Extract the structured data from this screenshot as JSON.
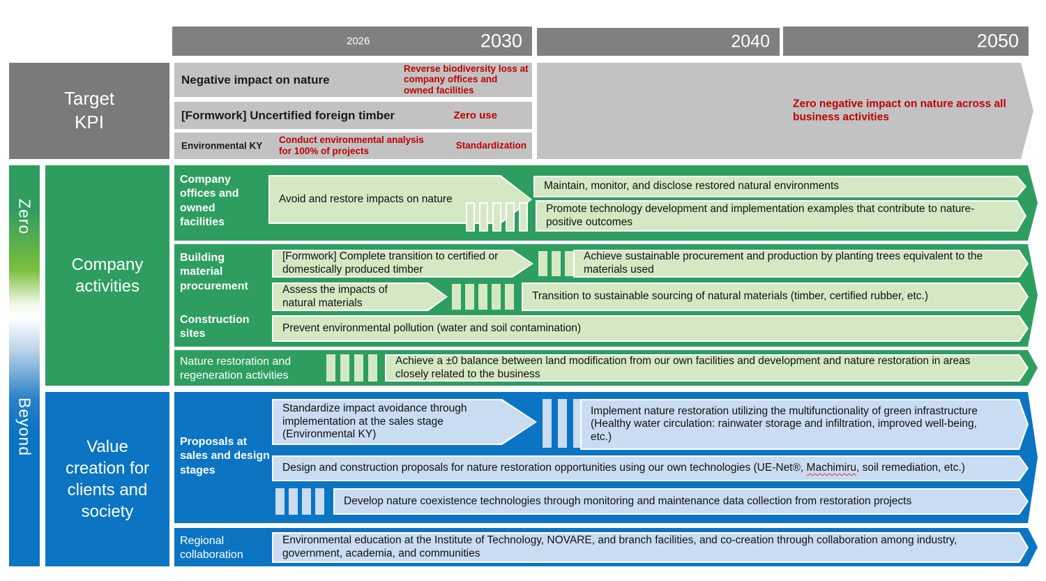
{
  "timeline": {
    "seg1": {
      "minor": "2026",
      "label": "2030"
    },
    "seg2": {
      "label": "2040"
    },
    "seg3": {
      "label": "2050"
    }
  },
  "kpi": {
    "title": "Target\nKPI",
    "rows": [
      {
        "label": "Negative impact on nature",
        "target": "Reverse biodiversity loss at company offices and owned facilities"
      },
      {
        "label": "[Formwork] Uncertified foreign timber",
        "target": "Zero use"
      },
      {
        "label": "Environmental KY",
        "action": "Conduct environmental analysis for 100% of projects",
        "target": "Standardization"
      }
    ],
    "long_term": "Zero negative impact on nature across all business activities"
  },
  "zero": {
    "band_label": "Zero",
    "title": "Company activities",
    "offices": {
      "label": "Company offices and owned facilities",
      "now": "Avoid and restore impacts on nature",
      "future1": "Maintain, monitor, and disclose restored natural environments",
      "future2": "Promote technology development and implementation examples that contribute to nature-positive outcomes"
    },
    "materials": {
      "label": "Building material procurement",
      "timber_now": "[Formwork] Complete transition to certified or domestically produced timber",
      "timber_future": "Achieve sustainable procurement and production by planting trees equivalent to the materials used",
      "natural_now": "Assess the impacts of natural materials",
      "natural_future": "Transition to sustainable sourcing of natural materials (timber, certified rubber, etc.)"
    },
    "construction": {
      "label": "Construction sites",
      "now": "Prevent environmental pollution (water and soil contamination)"
    },
    "restoration": {
      "label": "Nature restoration and regeneration activities",
      "future": "Achieve a ±0 balance between land modification from our own facilities and development and nature restoration in areas closely related to the business"
    }
  },
  "beyond": {
    "band_label": "Beyond",
    "title": "Value creation for clients and society",
    "proposals": {
      "label": "Proposals at sales and design stages",
      "now": "Standardize impact avoidance through implementation at the sales stage (Environmental KY)",
      "future1": "Implement nature restoration utilizing the multifunctionality of green infrastructure (Healthy water circulation: rainwater storage and infiltration, improved well-being, etc.)",
      "design_prefix": "Design and construction proposals for nature restoration opportunities using our own technologies (UE-Net®, ",
      "design_flagged": "Machimiru",
      "design_suffix": ", soil remediation, etc.)",
      "develop": "Develop nature coexistence technologies through monitoring and maintenance data collection from restoration projects"
    },
    "regional": {
      "label": "Regional collaboration",
      "now": "Environmental education at the Institute of Technology, NOVARE, and branch facilities, and co-creation through collaboration among industry, government, academia, and communities"
    }
  },
  "colors": {
    "green": "#2E9E60",
    "green_light": "#D5E8C4",
    "blue": "#0B74C3",
    "blue_light": "#C9DCF1",
    "gray_header": "#808080",
    "gray_dark": "#7A7A7A",
    "gray_light": "#C2C2C2",
    "red": "#C00000"
  }
}
